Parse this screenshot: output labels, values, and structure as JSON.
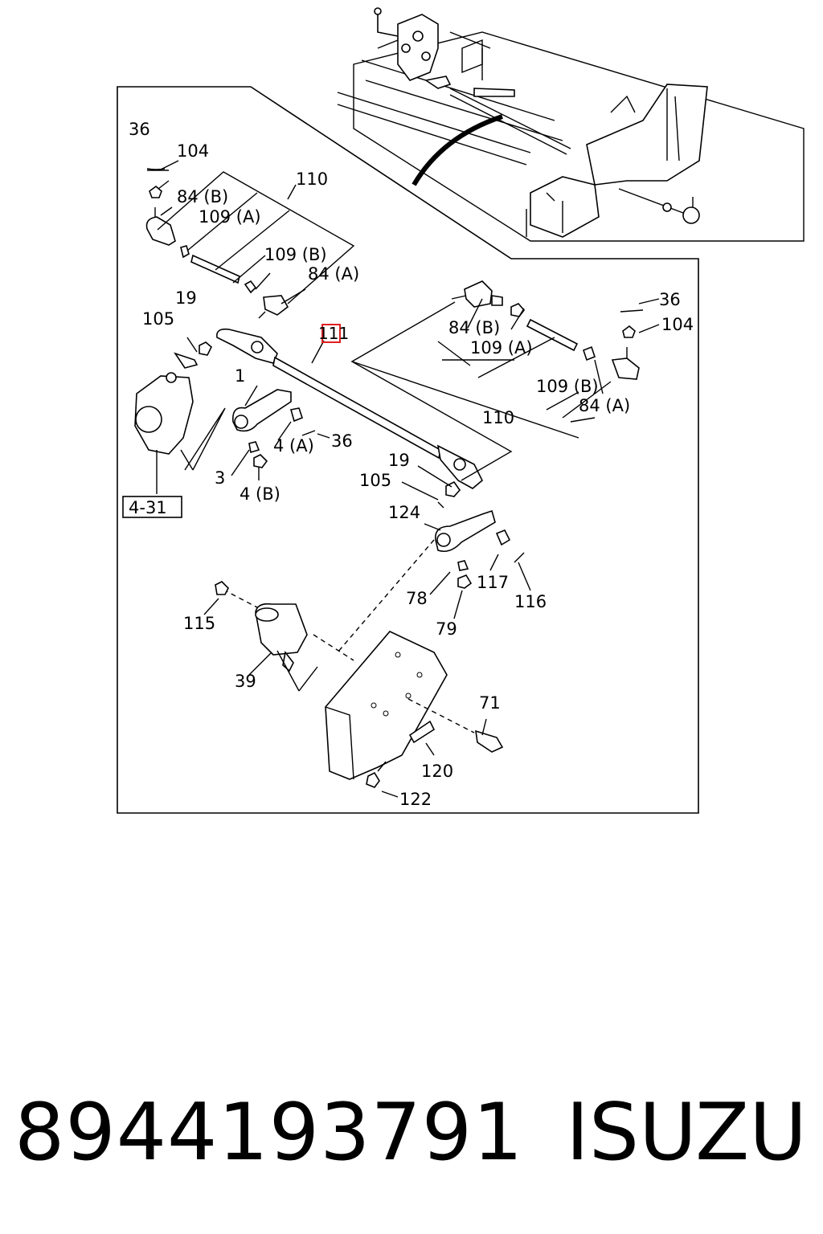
{
  "labels": {
    "l36a": "36",
    "l104a": "104",
    "l110a": "110",
    "l84Ba": "84 (B)",
    "l109Aa": "109 (A)",
    "l109Ba": "109 (B)",
    "l84Aa": "84 (A)",
    "l19a": "19",
    "l105a": "105",
    "l111": "111",
    "l1": "1",
    "l4A": "4 (A)",
    "l36b": "36",
    "l3": "3",
    "l4B": "4 (B)",
    "l431": "4-31",
    "l84Bb": "84 (B)",
    "l109Ab": "109 (A)",
    "l36c": "36",
    "l104b": "104",
    "l109Bb": "109 (B)",
    "l84Ab": "84 (A)",
    "l110b": "110",
    "l19b": "19",
    "l105b": "105",
    "l124": "124",
    "l78": "78",
    "l117": "117",
    "l116": "116",
    "l79": "79",
    "l115": "115",
    "l39": "39",
    "l71": "71",
    "l120": "120",
    "l122": "122"
  },
  "highlighted_label": "111",
  "highlight_color": "#e02020",
  "caption": {
    "part_number": "8944193791",
    "brand": "ISUZU"
  }
}
